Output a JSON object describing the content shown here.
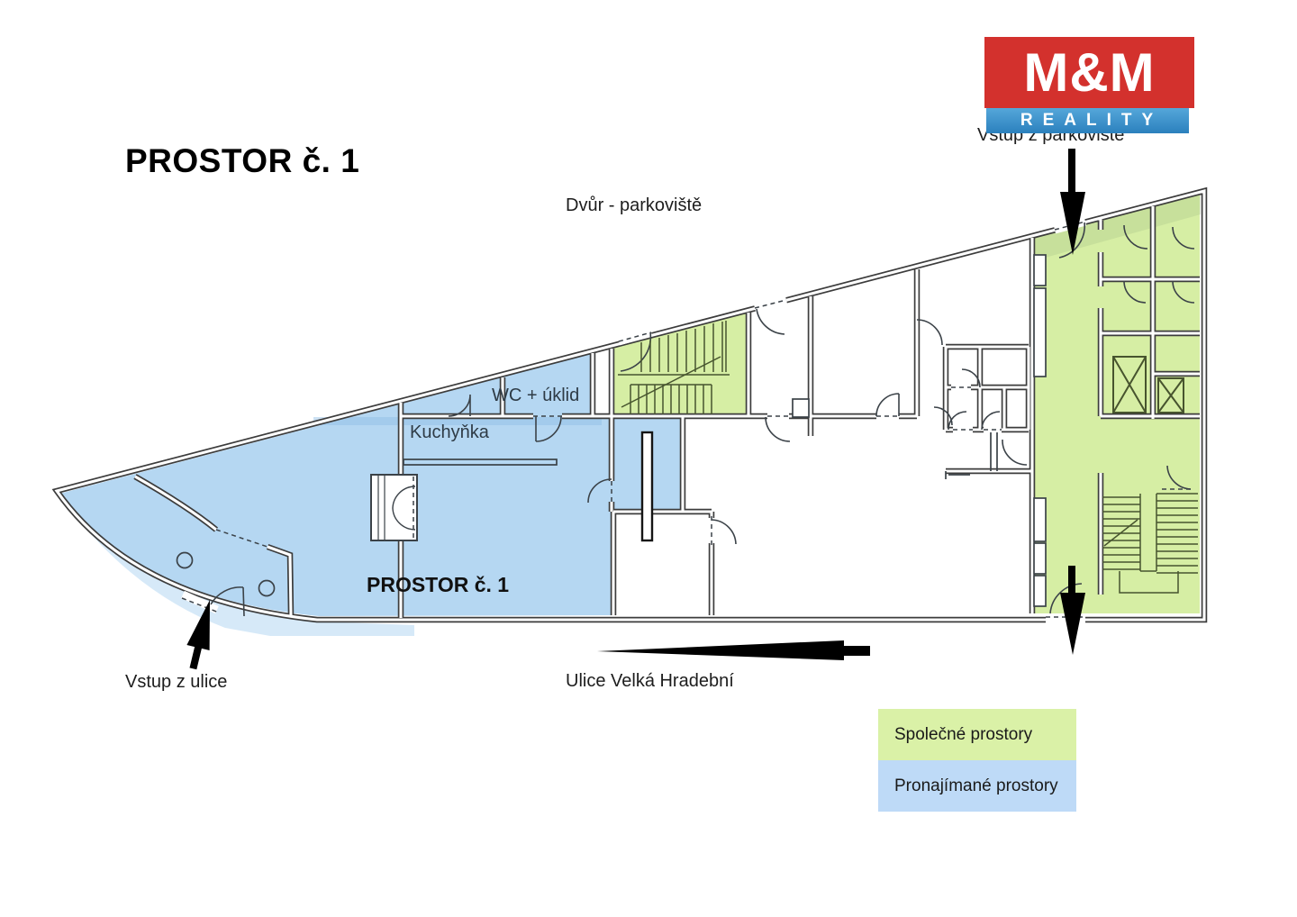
{
  "page_title": "PROSTOR č. 1",
  "logo": {
    "top": "M&M",
    "bottom": "REALITY",
    "red": "#d3312d",
    "blue": "#3e94cd"
  },
  "plan_labels": {
    "courtyard": "Dvůr - parkoviště",
    "parking_entrance": "Vstup z parkoviště",
    "street_entrance": "Vstup z ulice",
    "street": "Ulice Velká Hradební",
    "wc": "WC + úklid",
    "kitchen": "Kuchyňka",
    "unit": "PROSTOR č. 1"
  },
  "legend": {
    "items": [
      {
        "label": "Společné prostory",
        "color": "#daf1a7"
      },
      {
        "label": "Pronajímané prostory",
        "color": "#bedaf7"
      }
    ]
  },
  "colors": {
    "rented_fill": "#b5d7f2",
    "common_fill": "#d6eea4",
    "wall": "#3c3c3c",
    "arrow": "#000000"
  }
}
